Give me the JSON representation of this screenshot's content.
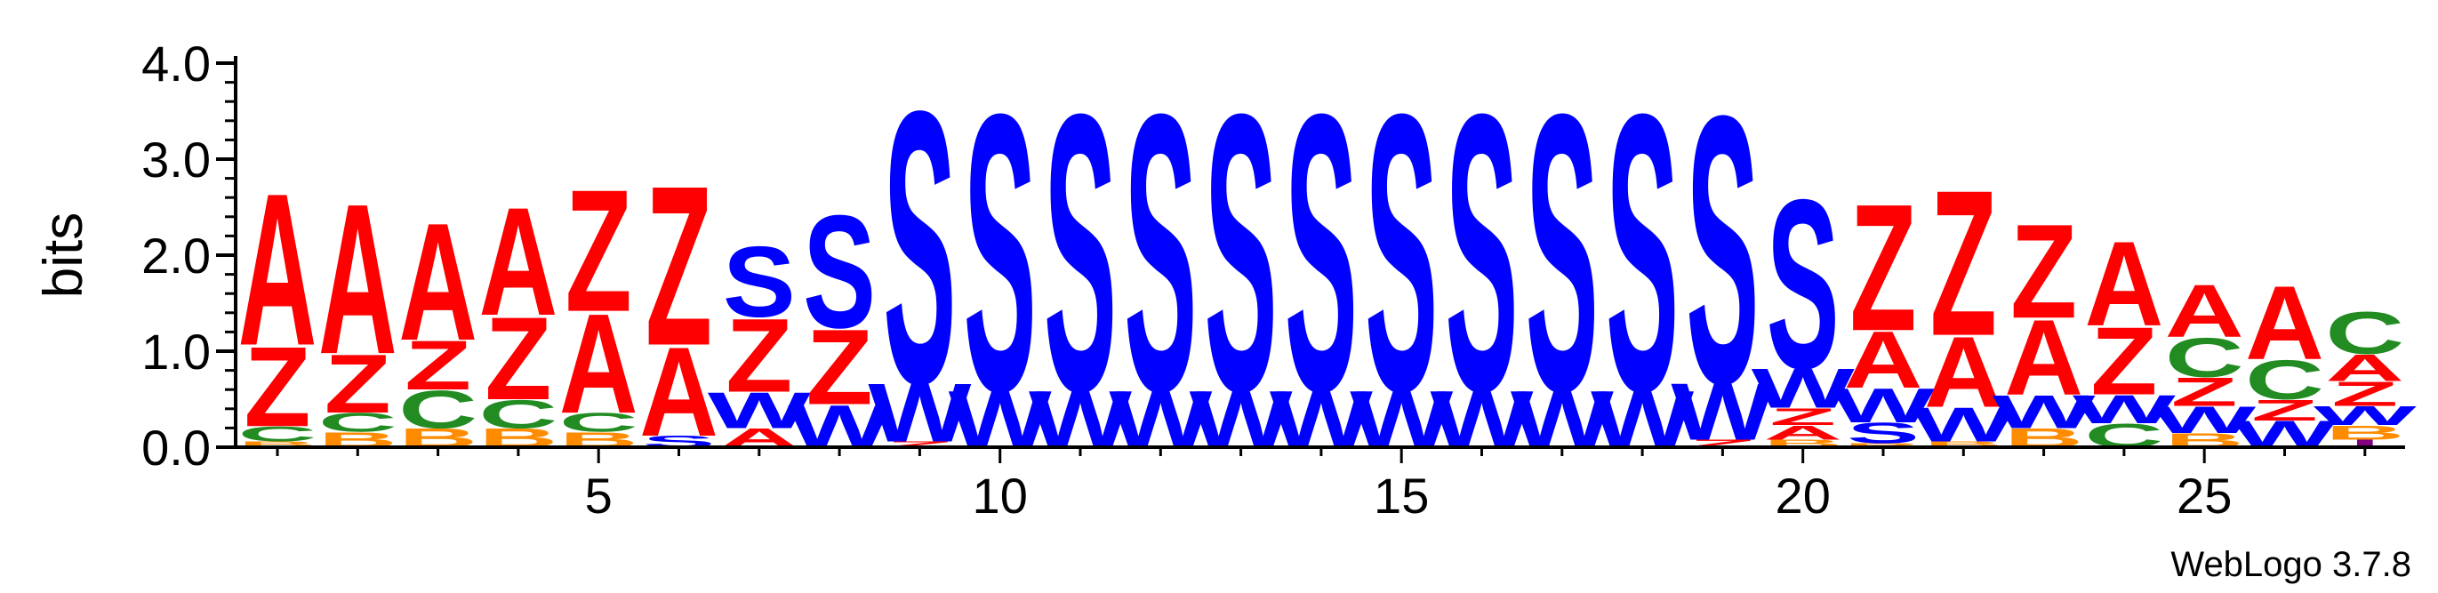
{
  "chart_data": {
    "type": "sequence-logo",
    "ylabel": "bits",
    "ylim": [
      0,
      4.0
    ],
    "y_ticks": [
      "0.0",
      "1.0",
      "2.0",
      "3.0",
      "4.0"
    ],
    "x_ticks": [
      "5",
      "10",
      "15",
      "20",
      "25"
    ],
    "positions": [
      1,
      27
    ],
    "credit": "WebLogo 3.7.8",
    "colors": {
      "A": "#ff0000",
      "Z": "#ff0000",
      "S": "#0000ff",
      "W": "#0000ff",
      "C": "#228b22",
      "B": "#ff8c00",
      "I": "#800080"
    },
    "stacks": [
      {
        "pos": 1,
        "letters": [
          [
            "B",
            0.06
          ],
          [
            "C",
            0.16
          ],
          [
            "Z",
            0.85
          ],
          [
            "A",
            1.62
          ]
        ]
      },
      {
        "pos": 2,
        "letters": [
          [
            "B",
            0.16
          ],
          [
            "C",
            0.2
          ],
          [
            "Z",
            0.62
          ],
          [
            "A",
            1.6
          ]
        ]
      },
      {
        "pos": 3,
        "letters": [
          [
            "B",
            0.2
          ],
          [
            "C",
            0.4
          ],
          [
            "Z",
            0.52
          ],
          [
            "A",
            1.25
          ]
        ]
      },
      {
        "pos": 4,
        "letters": [
          [
            "B",
            0.2
          ],
          [
            "C",
            0.3
          ],
          [
            "Z",
            0.88
          ],
          [
            "A",
            1.15
          ]
        ]
      },
      {
        "pos": 5,
        "letters": [
          [
            "B",
            0.16
          ],
          [
            "C",
            0.2
          ],
          [
            "A",
            1.06
          ],
          [
            "Z",
            1.3
          ]
        ]
      },
      {
        "pos": 6,
        "letters": [
          [
            "S",
            0.12
          ],
          [
            "A",
            0.95
          ],
          [
            "Z",
            1.7
          ]
        ]
      },
      {
        "pos": 7,
        "letters": [
          [
            "A",
            0.2
          ],
          [
            "W",
            0.38
          ],
          [
            "Z",
            0.78
          ],
          [
            "S",
            0.75
          ]
        ]
      },
      {
        "pos": 8,
        "letters": [
          [
            "W",
            0.45
          ],
          [
            "Z",
            0.8
          ],
          [
            "S",
            1.2
          ]
        ]
      },
      {
        "pos": 9,
        "letters": [
          [
            "Z",
            0.06
          ],
          [
            "W",
            0.62
          ],
          [
            "S",
            2.9
          ]
        ]
      },
      {
        "pos": 10,
        "letters": [
          [
            "W",
            0.6
          ],
          [
            "S",
            2.95
          ]
        ]
      },
      {
        "pos": 11,
        "letters": [
          [
            "W",
            0.6
          ],
          [
            "S",
            2.95
          ]
        ]
      },
      {
        "pos": 12,
        "letters": [
          [
            "W",
            0.6
          ],
          [
            "S",
            2.95
          ]
        ]
      },
      {
        "pos": 13,
        "letters": [
          [
            "W",
            0.6
          ],
          [
            "S",
            2.95
          ]
        ]
      },
      {
        "pos": 14,
        "letters": [
          [
            "W",
            0.6
          ],
          [
            "S",
            2.95
          ]
        ]
      },
      {
        "pos": 15,
        "letters": [
          [
            "W",
            0.6
          ],
          [
            "S",
            2.95
          ]
        ]
      },
      {
        "pos": 16,
        "letters": [
          [
            "W",
            0.6
          ],
          [
            "S",
            2.95
          ]
        ]
      },
      {
        "pos": 17,
        "letters": [
          [
            "W",
            0.6
          ],
          [
            "S",
            2.95
          ]
        ]
      },
      {
        "pos": 18,
        "letters": [
          [
            "W",
            0.6
          ],
          [
            "S",
            2.95
          ]
        ]
      },
      {
        "pos": 19,
        "letters": [
          [
            "Z",
            0.08
          ],
          [
            "W",
            0.6
          ],
          [
            "S",
            2.85
          ]
        ]
      },
      {
        "pos": 20,
        "letters": [
          [
            "B",
            0.08
          ],
          [
            "A",
            0.15
          ],
          [
            "Z",
            0.18
          ],
          [
            "W",
            0.42
          ],
          [
            "S",
            1.8
          ]
        ]
      },
      {
        "pos": 21,
        "letters": [
          [
            "B",
            0.04
          ],
          [
            "S",
            0.22
          ],
          [
            "W",
            0.36
          ],
          [
            "A",
            0.6
          ],
          [
            "Z",
            1.35
          ]
        ]
      },
      {
        "pos": 22,
        "letters": [
          [
            "B",
            0.06
          ],
          [
            "W",
            0.36
          ],
          [
            "A",
            0.75
          ],
          [
            "Z",
            1.55
          ]
        ]
      },
      {
        "pos": 23,
        "letters": [
          [
            "B",
            0.2
          ],
          [
            "W",
            0.35
          ],
          [
            "A",
            0.8
          ],
          [
            "Z",
            1.0
          ]
        ]
      },
      {
        "pos": 24,
        "letters": [
          [
            "C",
            0.25
          ],
          [
            "W",
            0.3
          ],
          [
            "Z",
            0.72
          ],
          [
            "A",
            0.9
          ]
        ]
      },
      {
        "pos": 25,
        "letters": [
          [
            "B",
            0.15
          ],
          [
            "W",
            0.28
          ],
          [
            "Z",
            0.3
          ],
          [
            "C",
            0.42
          ],
          [
            "A",
            0.56
          ]
        ]
      },
      {
        "pos": 26,
        "letters": [
          [
            "W",
            0.28
          ],
          [
            "Z",
            0.22
          ],
          [
            "C",
            0.42
          ],
          [
            "A",
            0.78
          ]
        ]
      },
      {
        "pos": 27,
        "letters": [
          [
            "I",
            0.08
          ],
          [
            "B",
            0.15
          ],
          [
            "W",
            0.2
          ],
          [
            "Z",
            0.26
          ],
          [
            "A",
            0.28
          ],
          [
            "C",
            0.45
          ]
        ]
      }
    ]
  }
}
